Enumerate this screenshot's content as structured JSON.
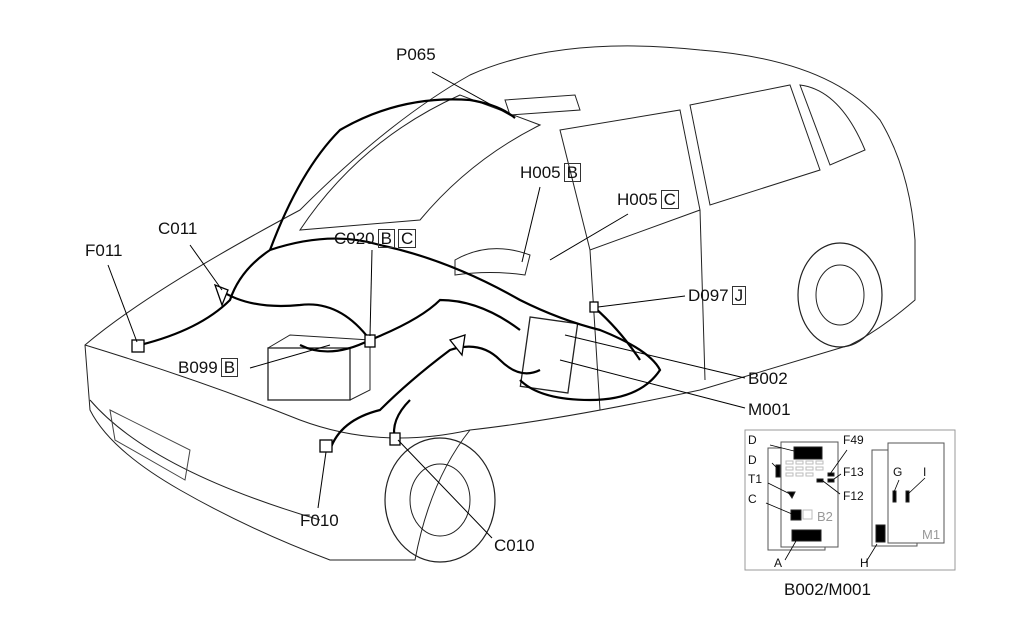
{
  "callouts": {
    "p065": {
      "code": "P065"
    },
    "h005b": {
      "code": "H005",
      "tag": "B"
    },
    "h005c": {
      "code": "H005",
      "tag": "C"
    },
    "c020": {
      "code": "C020",
      "tags": [
        "B",
        "C"
      ]
    },
    "c011": {
      "code": "C011"
    },
    "f011": {
      "code": "F011"
    },
    "d097": {
      "code": "D097",
      "tag": "J"
    },
    "b099": {
      "code": "B099",
      "tag": "B"
    },
    "b002": {
      "code": "B002"
    },
    "m001": {
      "code": "M001"
    },
    "f010": {
      "code": "F010"
    },
    "c010": {
      "code": "C010"
    }
  },
  "inset": {
    "caption": "B002/M001",
    "labels": {
      "d1": "D",
      "d2": "D",
      "t1": "T1",
      "c": "C",
      "a": "A",
      "f49": "F49",
      "f13": "F13",
      "f12": "F12",
      "b2": "B2",
      "g": "G",
      "i": "I",
      "h": "H",
      "m1": "M1"
    }
  }
}
